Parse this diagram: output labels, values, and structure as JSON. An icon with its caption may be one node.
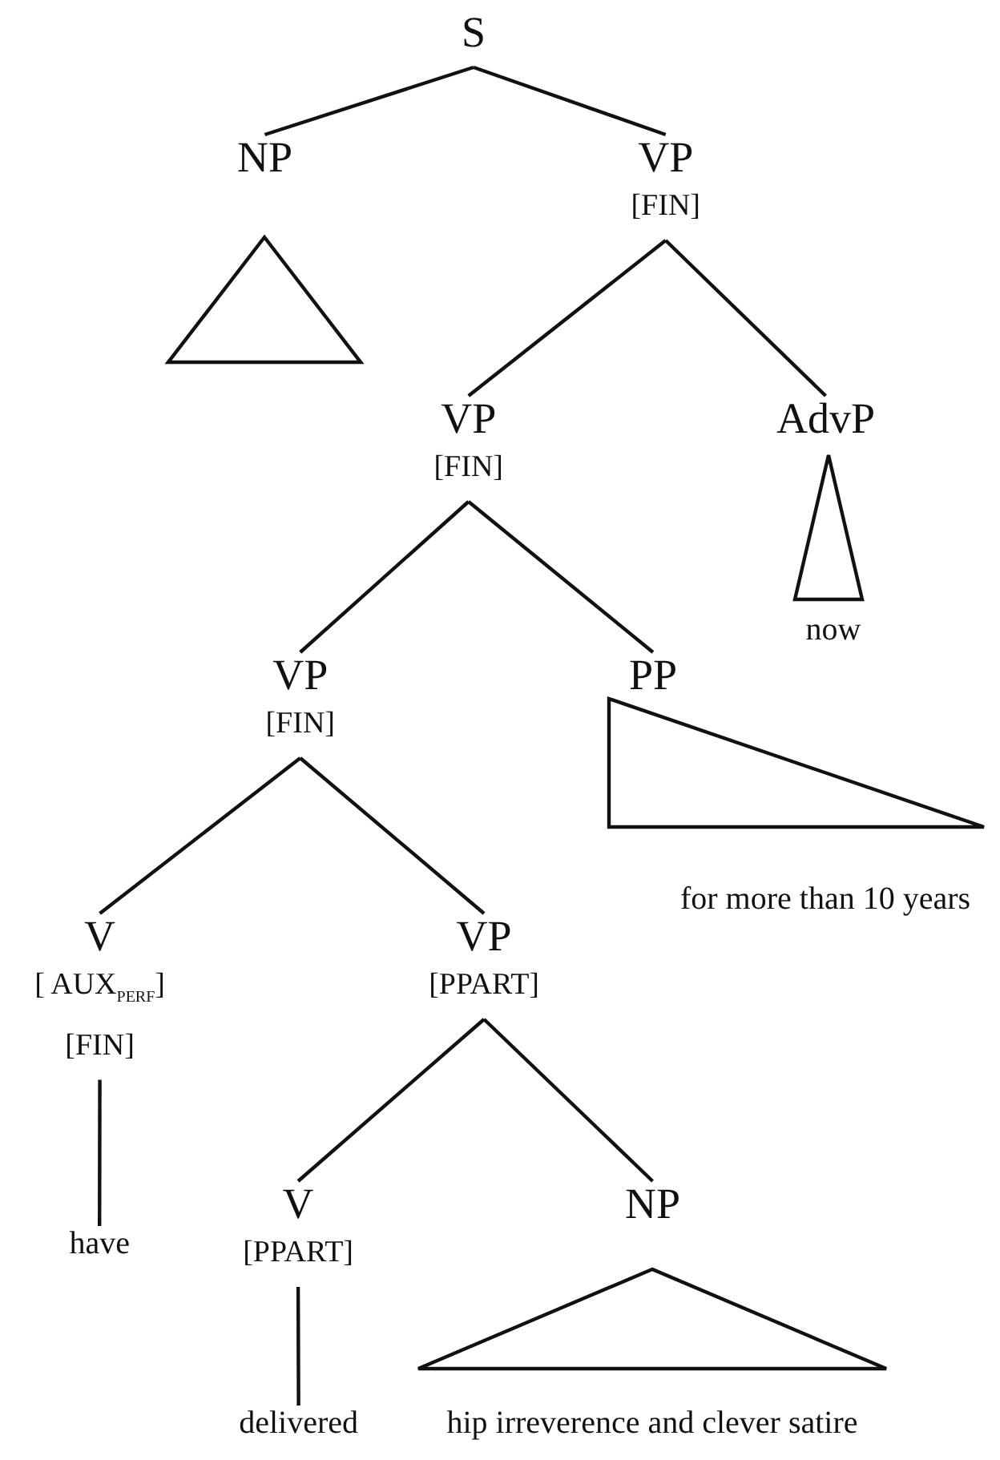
{
  "diagram": {
    "nodes": [
      {
        "text": [
          "S"
        ]
      },
      {
        "text": [
          "NP"
        ]
      },
      {
        "text": [],
        "shape": "triangle"
      },
      {
        "text": [
          "VP",
          "[FIN]"
        ]
      },
      {
        "text": [
          "VP",
          "[FIN]"
        ]
      },
      {
        "text": [
          "AdvP"
        ]
      },
      {
        "text": [],
        "shape": "triangle",
        "beside": [
          "now"
        ]
      },
      {
        "text": [
          "VP",
          "[FIN]"
        ]
      },
      {
        "text": [
          "PP"
        ]
      },
      {
        "text": [],
        "shape": "triangle",
        "beside": [
          "for more than 10 years"
        ]
      },
      {
        "text": [
          "V",
          "[ AUX$_{PERF}$]",
          "[FIN]"
        ]
      },
      {
        "text": [
          "have"
        ]
      },
      {
        "text": [
          "VP",
          "[PPART]"
        ]
      },
      {
        "text": [
          "V",
          "[PPART]"
        ]
      },
      {
        "text": [
          "delivered"
        ]
      },
      {
        "text": [
          "NP"
        ]
      },
      {
        "text": [],
        "shape": "triangle",
        "beside": [
          "hip irreverence and clever satire"
        ]
      }
    ],
    "edges": [
      {
        "from": 0,
        "to": 1,
        "arrow": "none"
      },
      {
        "from": 0,
        "to": 3,
        "arrow": "none"
      },
      {
        "from": 3,
        "to": 4,
        "arrow": "none"
      },
      {
        "from": 3,
        "to": 5,
        "arrow": "none"
      },
      {
        "from": 4,
        "to": 7,
        "arrow": "none"
      },
      {
        "from": 4,
        "to": 8,
        "arrow": "none"
      },
      {
        "from": 7,
        "to": 10,
        "arrow": "none"
      },
      {
        "from": 7,
        "to": 12,
        "arrow": "none"
      },
      {
        "from": 10,
        "to": 11,
        "arrow": "none"
      },
      {
        "from": 12,
        "to": 13,
        "arrow": "none"
      },
      {
        "from": 12,
        "to": 15,
        "arrow": "none"
      },
      {
        "from": 13,
        "to": 14,
        "arrow": "none"
      }
    ]
  }
}
